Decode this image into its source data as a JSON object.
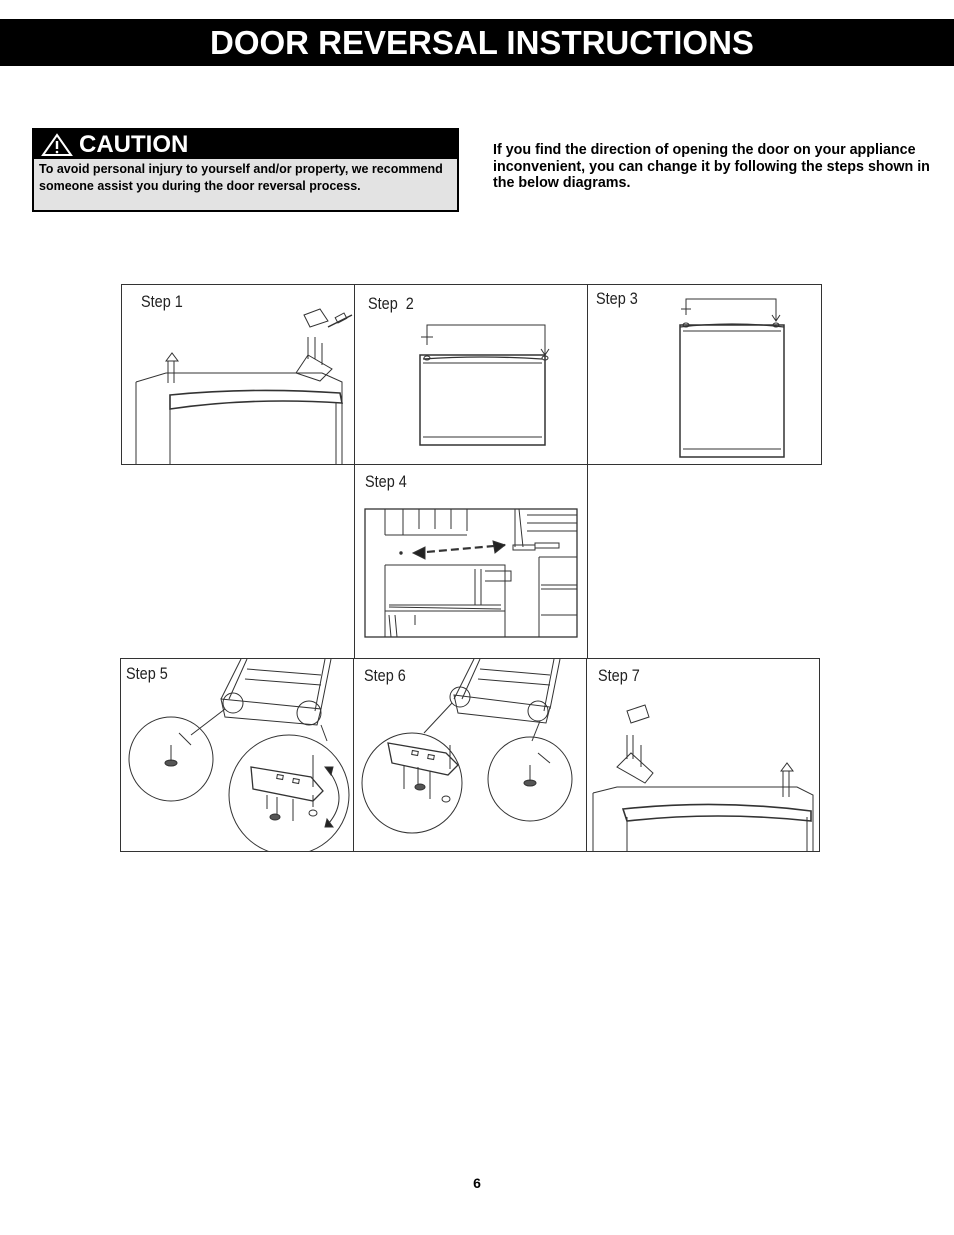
{
  "header": {
    "title": "DOOR REVERSAL INSTRUCTIONS"
  },
  "caution": {
    "icon": "warning-triangle-icon",
    "title": "CAUTION",
    "text": "To avoid personal injury to yourself and/or property, we recommend  someone assist you during the door reversal process."
  },
  "intro": "If you find the direction of opening the door on your appliance inconvenient, you can change it by following the steps shown in the below diagrams.",
  "steps": [
    {
      "label": "Step 1"
    },
    {
      "label": "Step  2"
    },
    {
      "label": "Step 3"
    },
    {
      "label": "Step 4"
    },
    {
      "label": "Step 5"
    },
    {
      "label": "Step 6"
    },
    {
      "label": "Step 7"
    }
  ],
  "page_number": "6"
}
